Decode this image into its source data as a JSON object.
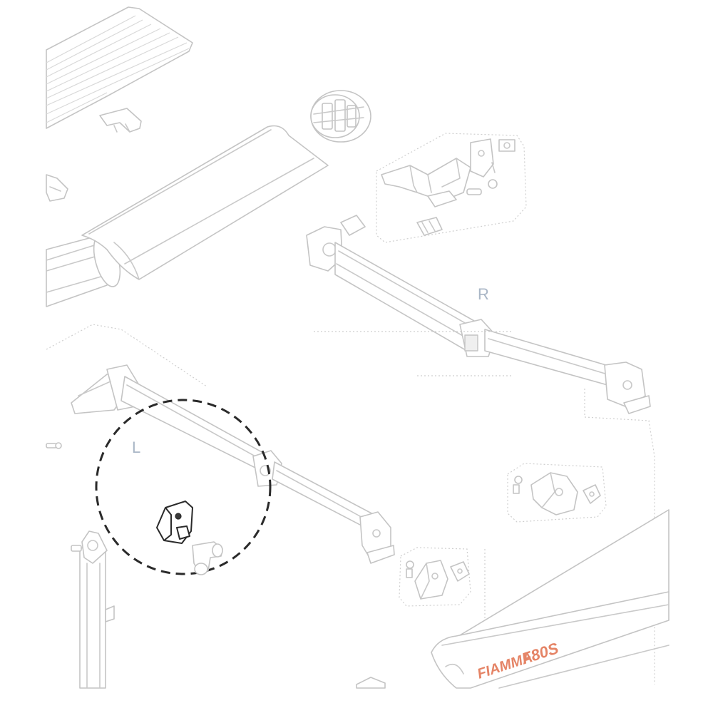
{
  "labels": {
    "right_arm": "R",
    "left_arm": "L"
  },
  "brand": {
    "name": "FIAMMA",
    "model": "F80S"
  },
  "colors": {
    "line": "#c9c9c9",
    "label": "#a9b6c6",
    "highlight": "#2a2a2a",
    "brand": "#e58466"
  },
  "highlight_part": "arm-bracket-detail"
}
